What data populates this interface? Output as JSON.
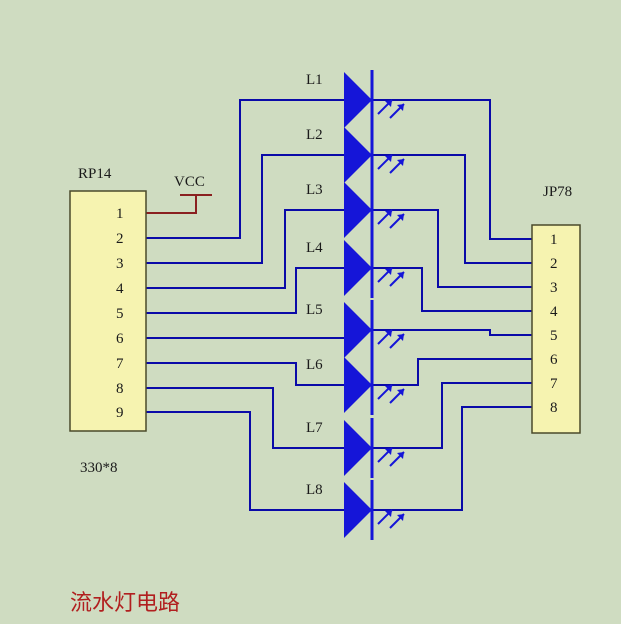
{
  "diagram": {
    "title": "流水灯电路",
    "colors": {
      "background": "#cfdcc1",
      "wire": "#0a0aa8",
      "component_fill": "#f6f3b0",
      "component_stroke": "#4a4a2a",
      "led_fill": "#1515d8",
      "title_text": "#b11f1f",
      "vcc_wire": "#8a2020"
    },
    "left_component": {
      "designator": "RP14",
      "value": "330*8",
      "pins": [
        "1",
        "2",
        "3",
        "4",
        "5",
        "6",
        "7",
        "8",
        "9"
      ]
    },
    "right_component": {
      "designator": "JP78",
      "pins": [
        "1",
        "2",
        "3",
        "4",
        "5",
        "6",
        "7",
        "8"
      ]
    },
    "power": {
      "label": "VCC"
    },
    "leds": [
      {
        "label": "L1"
      },
      {
        "label": "L2"
      },
      {
        "label": "L3"
      },
      {
        "label": "L4"
      },
      {
        "label": "L5"
      },
      {
        "label": "L6"
      },
      {
        "label": "L7"
      },
      {
        "label": "L8"
      }
    ]
  }
}
